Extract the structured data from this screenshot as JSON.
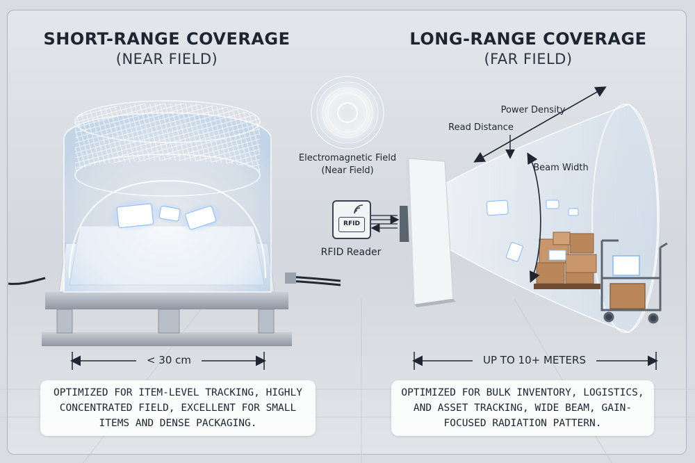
{
  "left_panel": {
    "title": "SHORT-RANGE COVERAGE",
    "subtitle": "(NEAR FIELD)",
    "distance": "< 30 cm",
    "description": "OPTIMIZED FOR ITEM-LEVEL TRACKING, HIGHLY CONCENTRATED FIELD, EXCELLENT FOR SMALL ITEMS AND DENSE PACKAGING."
  },
  "right_panel": {
    "title": "LONG-RANGE COVERAGE",
    "subtitle": "(FAR FIELD)",
    "distance": "UP TO 10+ METERS",
    "description": "OPTIMIZED FOR BULK INVENTORY, LOGISTICS, AND ASSET TRACKING, WIDE BEAM, GAIN-FOCUSED RADIATION PATTERN."
  },
  "center": {
    "field_label_line1": "Electromagnetic Field",
    "field_label_line2": "(Near Field)",
    "reader_label": "RFID Reader",
    "reader_tag": "RFID"
  },
  "beam_labels": {
    "power_density": "Power Density",
    "read_distance": "Read Distance",
    "beam_width": "Beam Width"
  },
  "colors": {
    "field_glow": "#bcd8f4",
    "tag_glow": "#7fb8ff",
    "box_brown": "#b9875a",
    "antenna_white": "#f4f5f7",
    "metal": "#a9b0ba"
  }
}
